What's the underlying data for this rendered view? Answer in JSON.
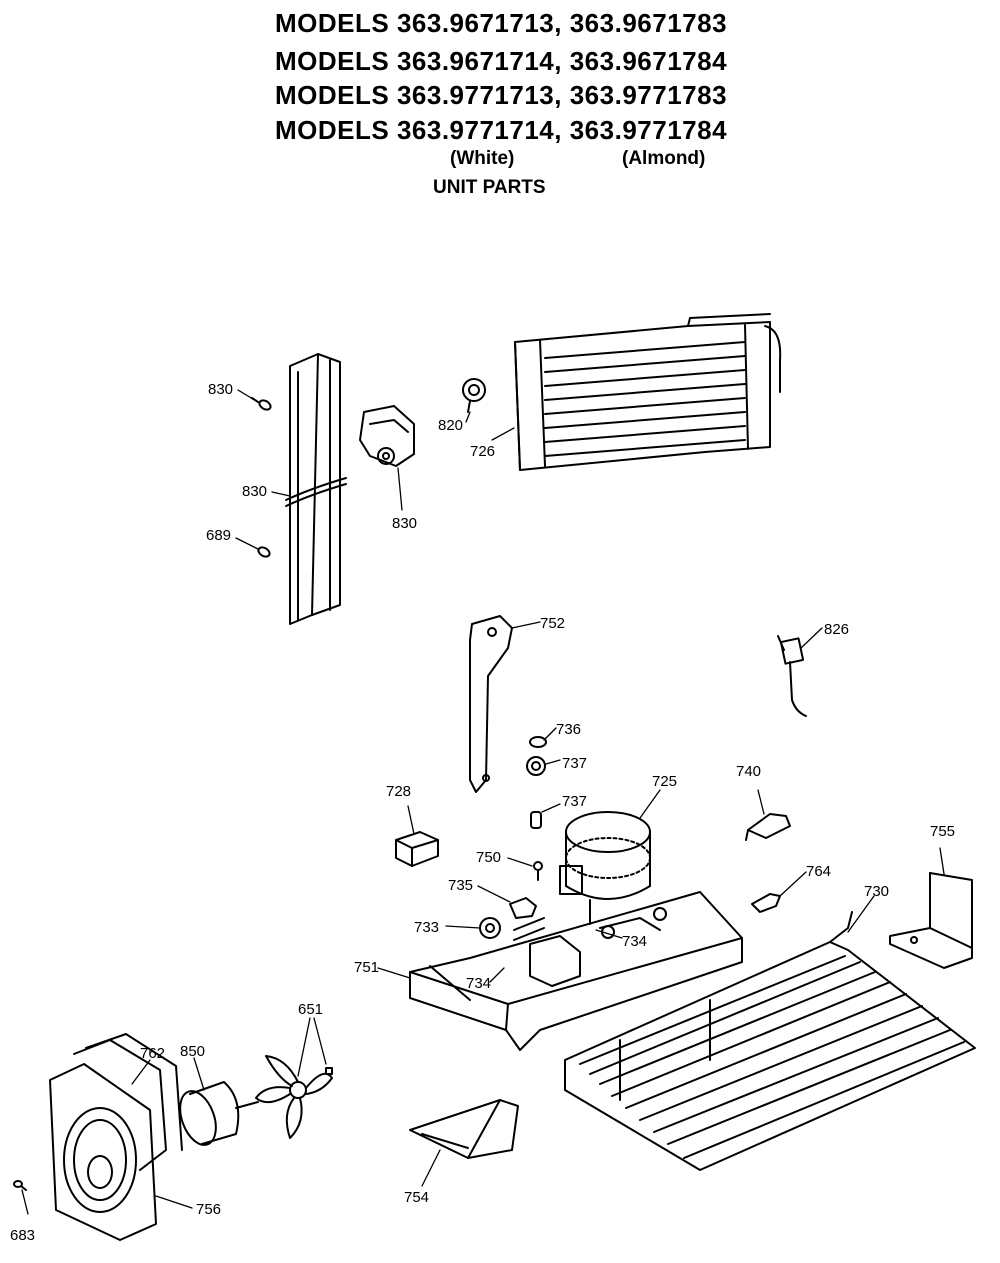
{
  "header": {
    "model_lines": [
      "MODELS 363.9671713, 363.9671783",
      "MODELS 363.9671714, 363.9671784",
      "MODELS 363.9771713, 363.9771783",
      "MODELS 363.9771714, 363.9771784"
    ],
    "white_label": "(White)",
    "almond_label": "(Almond)",
    "unit_parts": "UNIT PARTS"
  },
  "callouts": {
    "p830a": "830",
    "p830b": "830",
    "p830c": "830",
    "p689": "689",
    "p820": "820",
    "p726": "726",
    "p752": "752",
    "p826": "826",
    "p736": "736",
    "p737a": "737",
    "p737b": "737",
    "p725": "725",
    "p728": "728",
    "p740": "740",
    "p755": "755",
    "p750": "750",
    "p735": "735",
    "p764": "764",
    "p730": "730",
    "p733": "733",
    "p734a": "734",
    "p734b": "734",
    "p751": "751",
    "p651": "651",
    "p762": "762",
    "p850": "850",
    "p754": "754",
    "p756": "756",
    "p683": "683"
  },
  "colors": {
    "ink": "#000000",
    "paper": "#ffffff"
  }
}
